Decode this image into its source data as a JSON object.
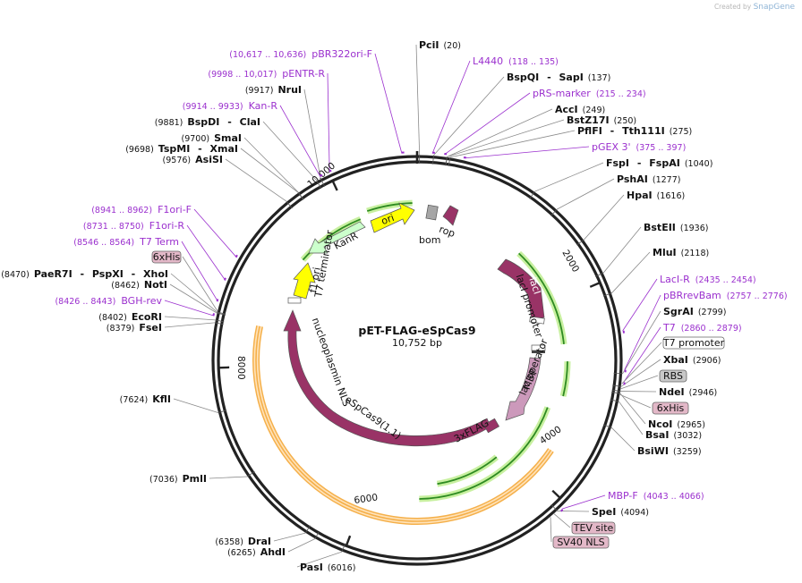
{
  "credit": {
    "prefix": "Created by",
    "brand": "SnapGene"
  },
  "plasmid": {
    "name": "pET-FLAG-eSpCas9",
    "size": "10,752 bp",
    "length": 10752
  },
  "ticks": [
    {
      "label": "2000",
      "bp": 2000
    },
    {
      "label": "4000",
      "bp": 4000
    },
    {
      "label": "6000",
      "bp": 6000
    },
    {
      "label": "8000",
      "bp": 8000
    },
    {
      "label": "10,000",
      "bp": 10000
    }
  ],
  "enzymes_right": [
    {
      "name": "PciI",
      "pos": "(20)",
      "bp": 20
    },
    {
      "name": "BspQI",
      "name2": "SapI",
      "pos": "(137)",
      "bp": 137
    },
    {
      "name": "AccI",
      "pos": "(249)",
      "bp": 249
    },
    {
      "name": "BstZ17I",
      "pos": "(250)",
      "bp": 250
    },
    {
      "name": "PflFI",
      "name2": "Tth111I",
      "pos": "(275)",
      "bp": 275
    },
    {
      "name": "FspI",
      "name2": "FspAI",
      "pos": "(1040)",
      "bp": 1040
    },
    {
      "name": "PshAI",
      "pos": "(1277)",
      "bp": 1277
    },
    {
      "name": "HpaI",
      "pos": "(1616)",
      "bp": 1616
    },
    {
      "name": "BstEII",
      "pos": "(1936)",
      "bp": 1936
    },
    {
      "name": "MluI",
      "pos": "(2118)",
      "bp": 2118
    },
    {
      "name": "SgrAI",
      "pos": "(2799)",
      "bp": 2799
    },
    {
      "name": "XbaI",
      "pos": "(2906)",
      "bp": 2906
    },
    {
      "name": "NdeI",
      "pos": "(2946)",
      "bp": 2946
    },
    {
      "name": "NcoI",
      "pos": "(2965)",
      "bp": 2965
    },
    {
      "name": "BsaI",
      "pos": "(3032)",
      "bp": 3032
    },
    {
      "name": "BsiWI",
      "pos": "(3259)",
      "bp": 3259
    },
    {
      "name": "SpeI",
      "pos": "(4094)",
      "bp": 4094
    },
    {
      "name": "PasI",
      "pos": "(6016)",
      "bp": 6016
    }
  ],
  "enzymes_left": [
    {
      "name": "NruI",
      "pos": "(9917)",
      "bp": 9917
    },
    {
      "name": "BspDI",
      "name2": "ClaI",
      "pos": "(9881)",
      "bp": 9881
    },
    {
      "name": "SmaI",
      "pos": "(9700)",
      "bp": 9700
    },
    {
      "name": "TspMI",
      "name2": "XmaI",
      "pos": "(9698)",
      "bp": 9698
    },
    {
      "name": "AsiSI",
      "pos": "(9576)",
      "bp": 9576
    },
    {
      "name": "PaeR7I",
      "name2": "PspXI",
      "name3": "XhoI",
      "pos": "(8470)",
      "bp": 8470
    },
    {
      "name": "NotI",
      "pos": "(8462)",
      "bp": 8462
    },
    {
      "name": "EcoRI",
      "pos": "(8402)",
      "bp": 8402
    },
    {
      "name": "FseI",
      "pos": "(8379)",
      "bp": 8379
    },
    {
      "name": "KflI",
      "pos": "(7624)",
      "bp": 7624
    },
    {
      "name": "PmlI",
      "pos": "(7036)",
      "bp": 7036
    },
    {
      "name": "DraI",
      "pos": "(6358)",
      "bp": 6358
    },
    {
      "name": "AhdI",
      "pos": "(6265)",
      "bp": 6265
    }
  ],
  "primers": [
    {
      "name": "pBR322ori-F",
      "range": "(10,617 .. 10,636)",
      "bp": 10626
    },
    {
      "name": "pENTR-R",
      "range": "(9998 .. 10,017)",
      "bp": 10007
    },
    {
      "name": "Kan-R",
      "range": "(9914 .. 9933)",
      "bp": 9923
    },
    {
      "name": "L4440",
      "range": "(118 .. 135)",
      "bp": 126
    },
    {
      "name": "pRS-marker",
      "range": "(215 .. 234)",
      "bp": 224
    },
    {
      "name": "pGEX 3'",
      "range": "(375 .. 397)",
      "bp": 386
    },
    {
      "name": "LacI-R",
      "range": "(2435 .. 2454)",
      "bp": 2444
    },
    {
      "name": "pBRrevBam",
      "range": "(2757 .. 2776)",
      "bp": 2766
    },
    {
      "name": "T7",
      "range": "(2860 .. 2879)",
      "bp": 2869
    },
    {
      "name": "MBP-F",
      "range": "(4043 .. 4066)",
      "bp": 4054
    },
    {
      "name": "F1ori-F",
      "range": "(8941 .. 8962)",
      "bp": 8951
    },
    {
      "name": "F1ori-R",
      "range": "(8731 .. 8750)",
      "bp": 8740
    },
    {
      "name": "T7 Term",
      "range": "(8546 .. 8564)",
      "bp": 8555
    },
    {
      "name": "BGH-rev",
      "range": "(8426 .. 8443)",
      "bp": 8434
    }
  ],
  "boxed_features": [
    {
      "name": "T7 promoter",
      "color": "#ffffff",
      "bp": 2885
    },
    {
      "name": "RBS",
      "color": "#c8c8c8",
      "bp": 2925
    },
    {
      "name": "6xHis",
      "color": "#e3b8c8",
      "bp": 2975
    },
    {
      "name": "TEV site",
      "color": "#e3b8c8",
      "bp": 4130
    },
    {
      "name": "SV40 NLS",
      "color": "#e3b8c8",
      "bp": 4170
    },
    {
      "name": "6xHis",
      "color": "#e3b8c8",
      "bp": 8480
    }
  ],
  "features": [
    {
      "name": "ori",
      "color": "#ffff00"
    },
    {
      "name": "KanR",
      "color": "#ccffcc"
    },
    {
      "name": "bom",
      "color": "#a6a6a6"
    },
    {
      "name": "rop",
      "color": "#993366"
    },
    {
      "name": "lacI",
      "color": "#993366"
    },
    {
      "name": "lacI promoter",
      "color": "#ffffff"
    },
    {
      "name": "lac operator",
      "color": "#ffffff"
    },
    {
      "name": "MBP",
      "color": "#cc99bb"
    },
    {
      "name": "3xFLAG",
      "color": "#993366"
    },
    {
      "name": "eSpCas9(1.1)",
      "color": "#993366"
    },
    {
      "name": "nucleoplasmin NLS",
      "color": "#993366"
    },
    {
      "name": "T7 terminator",
      "color": "#ffffff"
    },
    {
      "name": "f1 ori",
      "color": "#ffff00"
    }
  ],
  "colors": {
    "primer": "#9b30ce",
    "cds": "#993366",
    "orf": "#2e8b22",
    "orf_glow": "#c8f0a0",
    "orange_orf": "#f5b04a",
    "backbone": "#222222"
  }
}
